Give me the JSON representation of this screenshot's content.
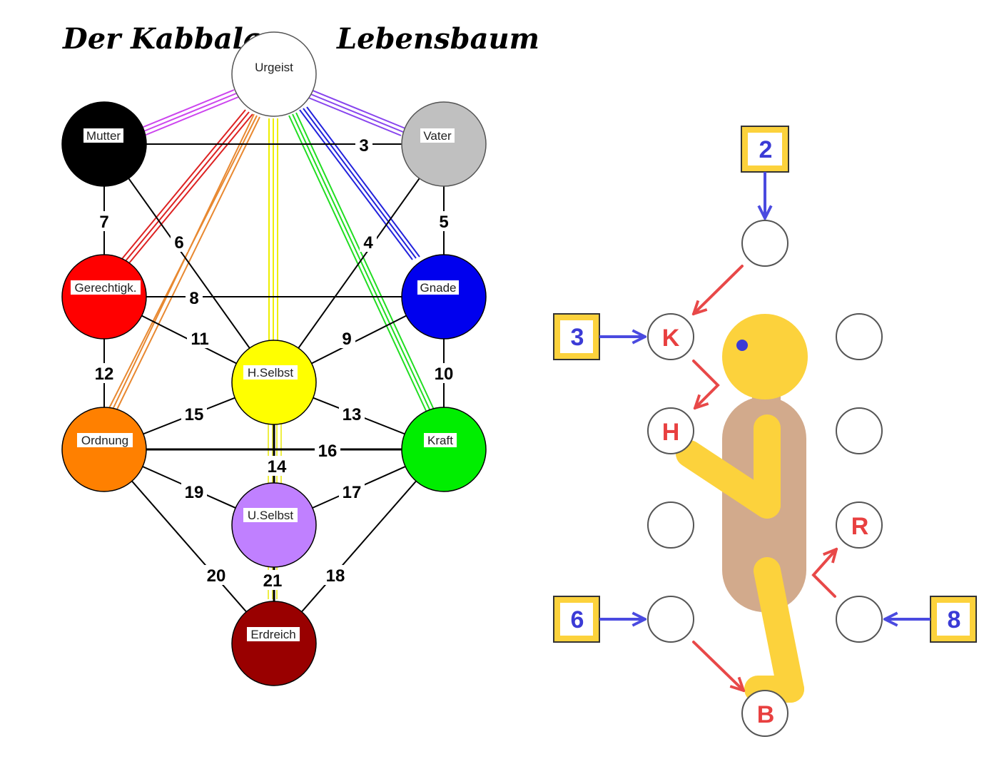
{
  "left_diagram": {
    "title_left": "Der Kabbala",
    "title_right": "Lebensbaum",
    "nodes": [
      {
        "id": "urgeist",
        "label": "Urgeist",
        "color": "#ffffff"
      },
      {
        "id": "mutter",
        "label": "Mutter",
        "color": "#000000"
      },
      {
        "id": "vater",
        "label": "Vater",
        "color": "#c0c0c0"
      },
      {
        "id": "gerechtigk",
        "label": "Gerechtigk.",
        "color": "#ff0000"
      },
      {
        "id": "gnade",
        "label": "Gnade",
        "color": "#0000ee"
      },
      {
        "id": "hselbst",
        "label": "H.Selbst",
        "color": "#ffff00"
      },
      {
        "id": "ordnung",
        "label": "Ordnung",
        "color": "#ff8000"
      },
      {
        "id": "kraft",
        "label": "Kraft",
        "color": "#00ee00"
      },
      {
        "id": "uselbst",
        "label": "U.Selbst",
        "color": "#c080ff"
      },
      {
        "id": "erdreich",
        "label": "Erdreich",
        "color": "#990000"
      }
    ],
    "path_numbers": [
      "3",
      "4",
      "5",
      "6",
      "7",
      "8",
      "9",
      "10",
      "11",
      "12",
      "13",
      "14",
      "15",
      "16",
      "17",
      "18",
      "19",
      "20",
      "21"
    ]
  },
  "right_diagram": {
    "boxes": [
      "2",
      "3",
      "6",
      "8"
    ],
    "position_letters": [
      "K",
      "H",
      "R",
      "B"
    ],
    "colors": {
      "box_fill": "#ffffff",
      "box_border": "#f5c842",
      "blue_arrow": "#4a4ae0",
      "red_arrow": "#e84848",
      "figure_yellow": "#fcd23c",
      "body_tan": "#d2aa8c",
      "eye": "#3b3bd6"
    }
  }
}
